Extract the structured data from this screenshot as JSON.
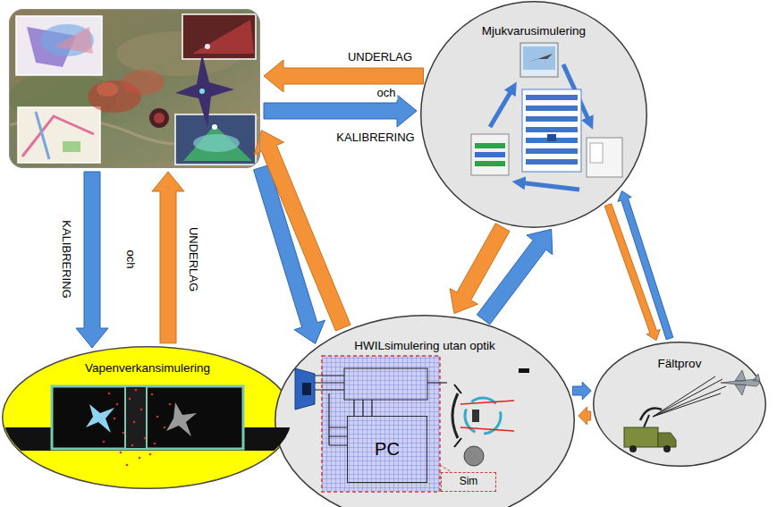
{
  "diagram": {
    "nodes": [
      {
        "text": []
      },
      {
        "text": [
          "Mjukvarusimulering"
        ]
      },
      {
        "text": [
          "Vapenverkansimulering"
        ]
      },
      {
        "text": [
          "HWILsimulering utan optik"
        ]
      },
      {
        "text": [
          "PC"
        ],
        "in": 3
      },
      {
        "text": [
          "Sim"
        ],
        "in": 3
      },
      {
        "text": [
          "Fältprov"
        ]
      }
    ],
    "edges": [
      {
        "from": 1,
        "to": 0,
        "arrow": "to",
        "label": "UNDERLAG"
      },
      {
        "from": 0,
        "to": 1,
        "arrow": "to",
        "label": "KALIBRERING"
      },
      {
        "from": 0,
        "to": 2,
        "arrow": "to",
        "label": "KALIBRERING"
      },
      {
        "from": 2,
        "to": 0,
        "arrow": "to",
        "label": "UNDERLAG"
      },
      {
        "from": 0,
        "to": 3,
        "arrow": "to"
      },
      {
        "from": 3,
        "to": 0,
        "arrow": "to"
      },
      {
        "from": 1,
        "to": 3,
        "arrow": "to"
      },
      {
        "from": 3,
        "to": 1,
        "arrow": "to"
      },
      {
        "from": 1,
        "to": 6,
        "arrow": "to"
      },
      {
        "from": 6,
        "to": 1,
        "arrow": "to"
      },
      {
        "from": 3,
        "to": 6,
        "arrow": "to"
      },
      {
        "from": 6,
        "to": 3,
        "arrow": "to"
      }
    ],
    "labels": [
      "och",
      "och"
    ]
  }
}
